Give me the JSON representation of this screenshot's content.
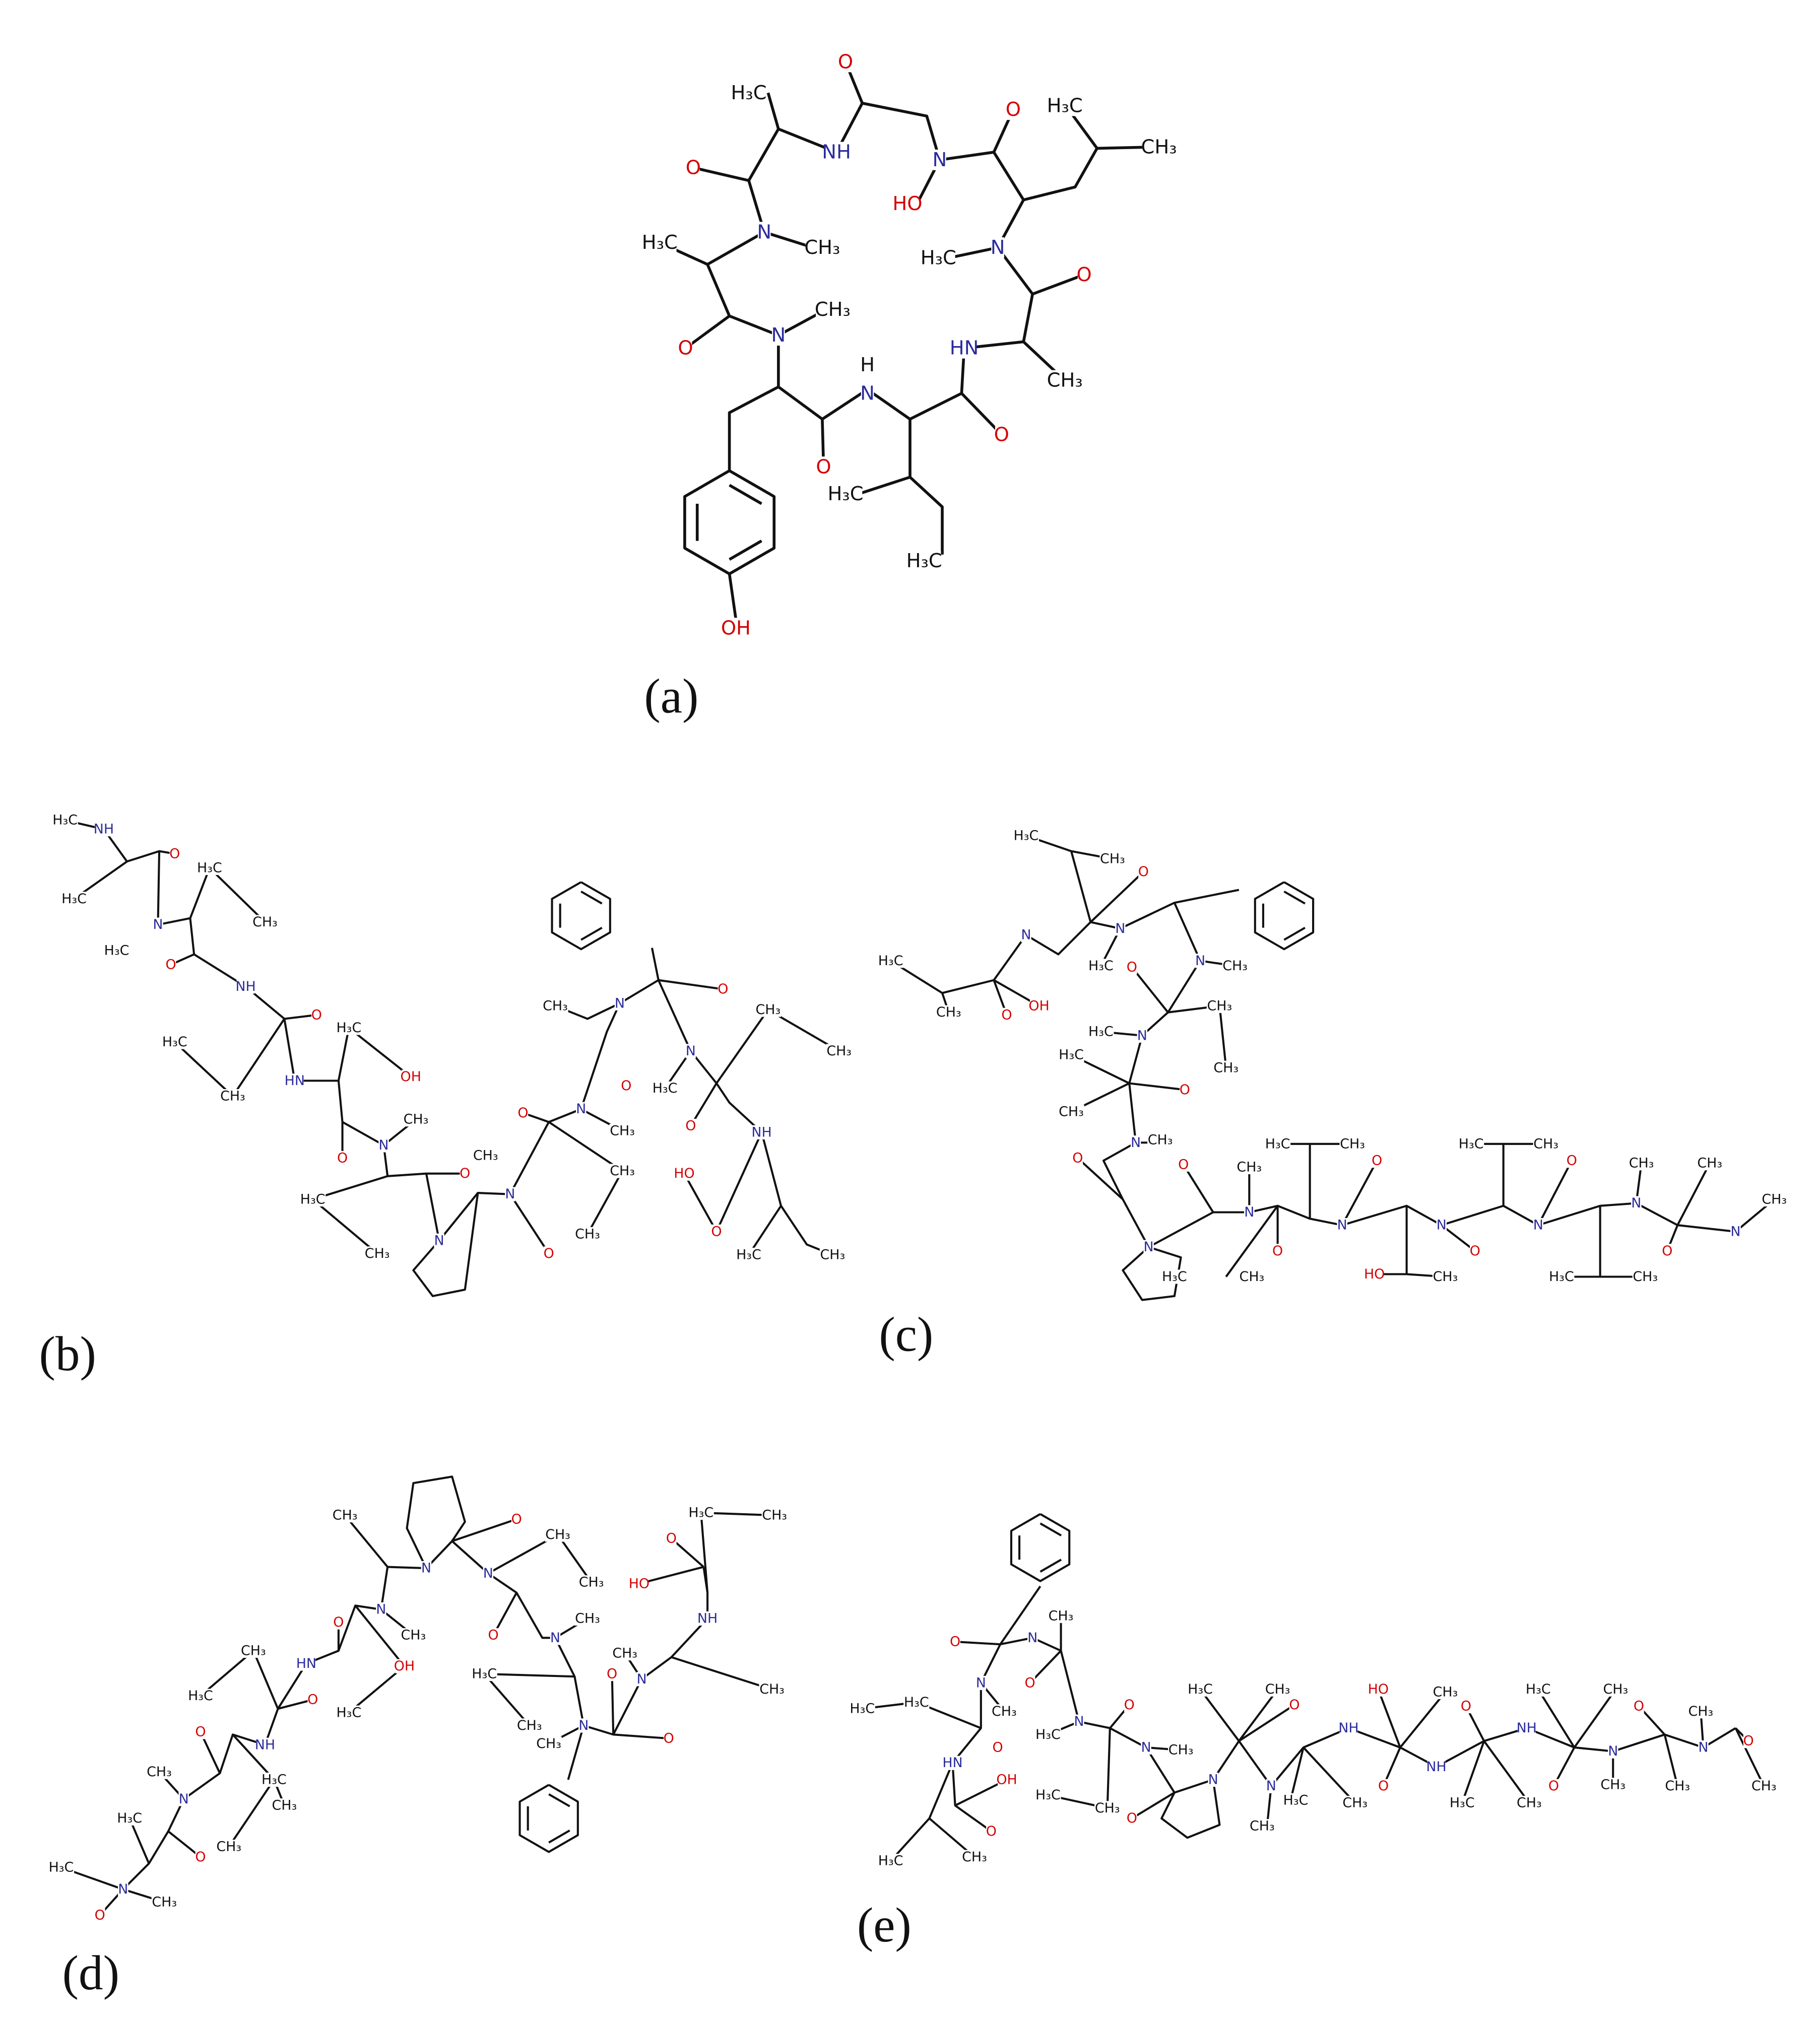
{
  "colors": {
    "oxygen": "#d40000",
    "nitrogen": "#2b2b9c",
    "carbon": "#111111"
  },
  "panels": {
    "a": {
      "label": "(a)",
      "atoms": [
        "H₃C",
        "NH",
        "O",
        "N",
        "HO",
        "O",
        "H₃C",
        "CH₃",
        "O",
        "N",
        "CH₃",
        "H₃C",
        "N",
        "H₃C",
        "O",
        "O",
        "N",
        "CH₃",
        "HN",
        "CH₃",
        "H",
        "N",
        "O",
        "O",
        "H₃C",
        "H₃C",
        "OH"
      ]
    },
    "b": {
      "label": "(b)",
      "atoms": [
        "H₃C",
        "NH",
        "H₃C",
        "O",
        "H₃C",
        "CH₃",
        "N",
        "H₃C",
        "O",
        "NH",
        "H₃C",
        "CH₃",
        "O",
        "HN",
        "H₃C",
        "OH",
        "O",
        "N",
        "CH₃",
        "H₃C",
        "CH₃",
        "O",
        "N",
        "N",
        "CH₃",
        "O",
        "O",
        "N",
        "CH₃",
        "CH₃",
        "CH₃",
        "CH₃",
        "O",
        "N",
        "O",
        "N",
        "H₃C",
        "CH₃",
        "CH₃",
        "O",
        "NH",
        "HO",
        "O",
        "H₃C",
        "CH₃"
      ]
    },
    "c": {
      "label": "(c)",
      "atoms": [
        "H₃C",
        "CH₃",
        "O",
        "N",
        "H₃C",
        "CH₃",
        "O",
        "OH",
        "N",
        "H₃C",
        "O",
        "N",
        "CH₃",
        "H₃C",
        "N",
        "CH₃",
        "CH₃",
        "H₃C",
        "CH₃",
        "O",
        "N",
        "CH₃",
        "O",
        "N",
        "O",
        "N",
        "CH₃",
        "O",
        "H₃C",
        "CH₃",
        "H₃C",
        "CH₃",
        "N",
        "O",
        "HO",
        "CH₃",
        "N",
        "O",
        "H₃C",
        "CH₃",
        "N",
        "O",
        "N",
        "CH₃",
        "H₃C",
        "CH₃",
        "O",
        "CH₃",
        "N",
        "CH₃"
      ]
    },
    "d": {
      "label": "(d)",
      "atoms": [
        "CH₃",
        "O",
        "N",
        "N",
        "CH₃",
        "CH₃",
        "O",
        "H₃C",
        "CH₃",
        "HO",
        "O",
        "N",
        "CH₃",
        "O",
        "N",
        "CH₃",
        "NH",
        "HN",
        "OH",
        "CH₃",
        "H₃C",
        "O",
        "H₃C",
        "H₃C",
        "CH₃",
        "O",
        "CH₃",
        "N",
        "CH₃",
        "NH",
        "O",
        "CH₃",
        "N",
        "H₃C",
        "CH₃",
        "CH₃",
        "N",
        "CH₃",
        "O",
        "H₃C",
        "O",
        "H₃C",
        "N",
        "CH₃",
        "O"
      ]
    },
    "e": {
      "label": "(e)",
      "atoms": [
        "H₃C",
        "N",
        "CH₃",
        "O",
        "N",
        "CH₃",
        "O",
        "N",
        "H₃C",
        "O",
        "H₃C",
        "HN",
        "O",
        "N",
        "CH₃",
        "H₃C",
        "CH₃",
        "O",
        "N",
        "H₃C",
        "CH₃",
        "O",
        "N",
        "CH₃",
        "NH",
        "H₃C",
        "CH₃",
        "O",
        "HO",
        "CH₃",
        "NH",
        "O",
        "H₃C",
        "CH₃",
        "NH",
        "O",
        "H₃C",
        "CH₃",
        "N",
        "CH₃",
        "O",
        "CH₃",
        "N",
        "CH₃",
        "O",
        "CH₃",
        "OH",
        "O",
        "H₃C",
        "CH₃"
      ]
    }
  }
}
